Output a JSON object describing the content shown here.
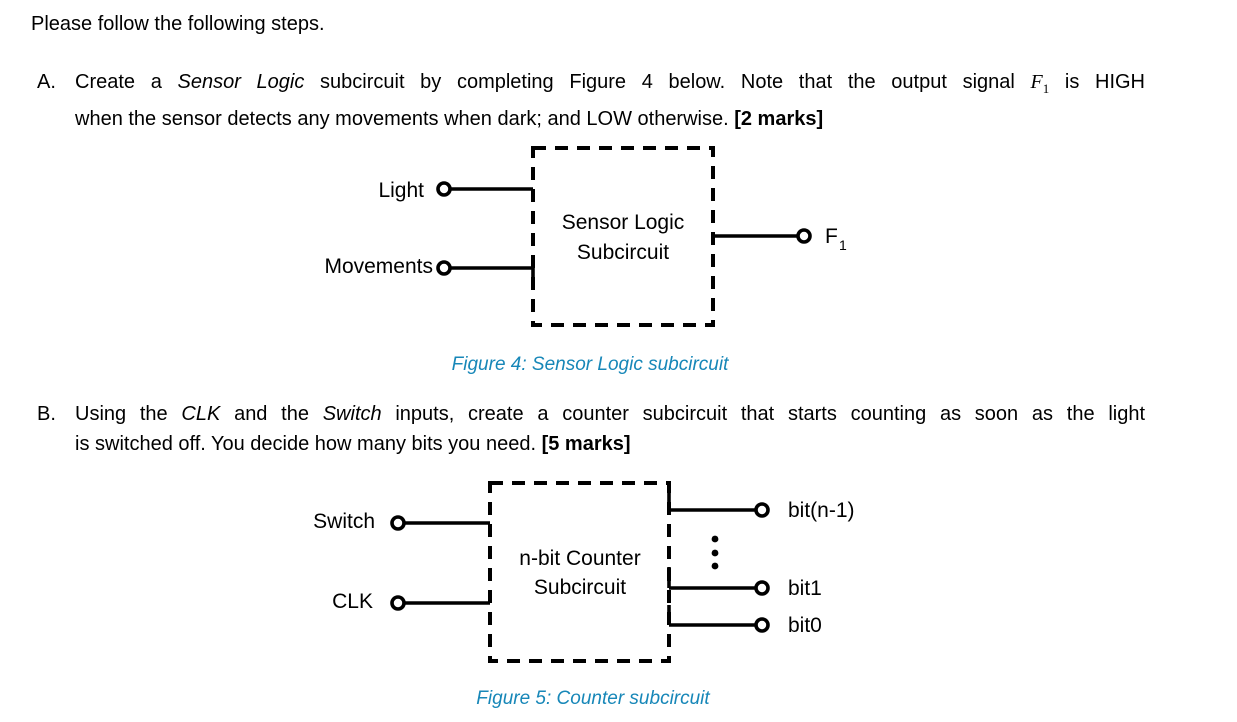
{
  "colors": {
    "caption_blue": "#1787b8",
    "ink": "#000000"
  },
  "document": {
    "intro": "Please follow the following steps.",
    "item_a": {
      "marker": "A.",
      "line1": {
        "t1": "Create a ",
        "i1": "Sensor Logic",
        "t2": " subcircuit by completing Figure 4 below. Note that the output signal ",
        "var": "F",
        "sub": "1",
        "t3": " is HIGH"
      },
      "line2": {
        "t1": "when the sensor detects any movements when dark; and LOW otherwise. ",
        "marks": "[2 marks]"
      }
    },
    "item_b": {
      "marker": "B.",
      "line1": {
        "t1": "Using the ",
        "i1": "CLK",
        "t2": " and the ",
        "i2": "Switch",
        "t3": " inputs, create a counter subcircuit that starts counting as soon as the light"
      },
      "line2": {
        "t1": "is switched off. You decide how many bits you need. ",
        "marks": "[5 marks]"
      }
    }
  },
  "figure4": {
    "inputs": [
      {
        "label": "Light"
      },
      {
        "label": "Movements"
      }
    ],
    "box_line1": "Sensor Logic",
    "box_line2": "Subcircuit",
    "output_var": "F",
    "output_sub": "1",
    "caption": "Figure 4: Sensor Logic subcircuit"
  },
  "figure5": {
    "inputs": [
      {
        "label": "Switch"
      },
      {
        "label": "CLK"
      }
    ],
    "box_line1": "n-bit Counter",
    "box_line2": "Subcircuit",
    "outputs": [
      {
        "label": "bit(n-1)"
      },
      {
        "label": "bit1"
      },
      {
        "label": "bit0"
      }
    ],
    "caption": "Figure 5: Counter subcircuit"
  }
}
